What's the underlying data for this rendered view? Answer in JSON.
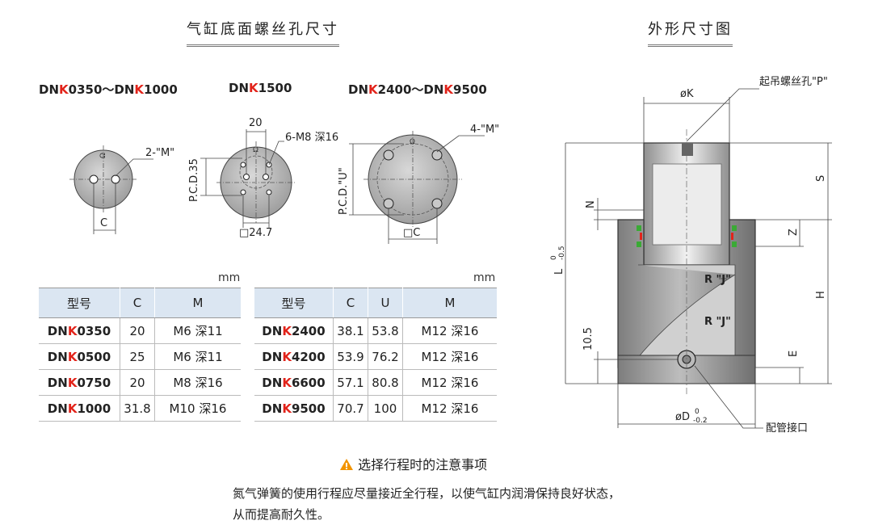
{
  "titles": {
    "left": "气缸底面螺丝孔尺寸",
    "right": "外形尺寸图"
  },
  "bottom_views": {
    "v1": {
      "label_a": "DN",
      "label_k1": "K",
      "label_b": "0350～DN",
      "label_k2": "K",
      "label_c": "1000",
      "m_callout": "2-\"M\"",
      "dim_c": "C"
    },
    "v2": {
      "label_a": "DN",
      "label_k1": "K",
      "label_b": "1500",
      "dim_20": "20",
      "m_callout": "6-M8  深16",
      "pcd": "P.C.D.35",
      "sq": "□24.7"
    },
    "v3": {
      "label_a": "DN",
      "label_k1": "K",
      "label_b": "2400～DN",
      "label_k2": "K",
      "label_c": "9500",
      "m_callout": "4-\"M\"",
      "pcd": "P.C.D.\"U\"",
      "sq": "□C"
    }
  },
  "drawing": {
    "callout_p": "起吊螺丝孔\"P\"",
    "dim_k": "øK",
    "dim_s": "S",
    "dim_n": "N",
    "dim_z": "Z",
    "dim_l": "L",
    "dim_l_tol_up": "0",
    "dim_l_tol_dn": "-0.5",
    "dim_h": "H",
    "dim_105": "10.5",
    "dim_e": "E",
    "r_j_1": "R \"J\"",
    "r_j_2": "R \"J\"",
    "dim_d": "øD",
    "dim_d_tol_up": "0",
    "dim_d_tol_dn": "-0.2",
    "callout_port": "配管接口"
  },
  "table_left": {
    "unit": "mm",
    "headers": [
      "型号",
      "C",
      "M"
    ],
    "rows": [
      {
        "pre": "DN",
        "k": "K",
        "num": "0350",
        "c": "20",
        "m": "M6  深11"
      },
      {
        "pre": "DN",
        "k": "K",
        "num": "0500",
        "c": "25",
        "m": "M6  深11"
      },
      {
        "pre": "DN",
        "k": "K",
        "num": "0750",
        "c": "20",
        "m": "M8  深16"
      },
      {
        "pre": "DN",
        "k": "K",
        "num": "1000",
        "c": "31.8",
        "m": "M10 深16"
      }
    ]
  },
  "table_right": {
    "unit": "mm",
    "headers": [
      "型号",
      "C",
      "U",
      "M"
    ],
    "rows": [
      {
        "pre": "DN",
        "k": "K",
        "num": "2400",
        "c": "38.1",
        "u": "53.8",
        "m": "M12 深16"
      },
      {
        "pre": "DN",
        "k": "K",
        "num": "4200",
        "c": "53.9",
        "u": "76.2",
        "m": "M12 深16"
      },
      {
        "pre": "DN",
        "k": "K",
        "num": "6600",
        "c": "57.1",
        "u": "80.8",
        "m": "M12 深16"
      },
      {
        "pre": "DN",
        "k": "K",
        "num": "9500",
        "c": "70.7",
        "u": "100",
        "m": "M12 深16"
      }
    ]
  },
  "notice": {
    "title": "选择行程时的注意事项",
    "line1": "氮气弹簧的使用行程应尽量接近全行程，以使气缸内润滑保持良好状态，",
    "line2": "从而提高耐久性。",
    "warning_color": "#f29400",
    "accent_red": "#e2231a"
  }
}
